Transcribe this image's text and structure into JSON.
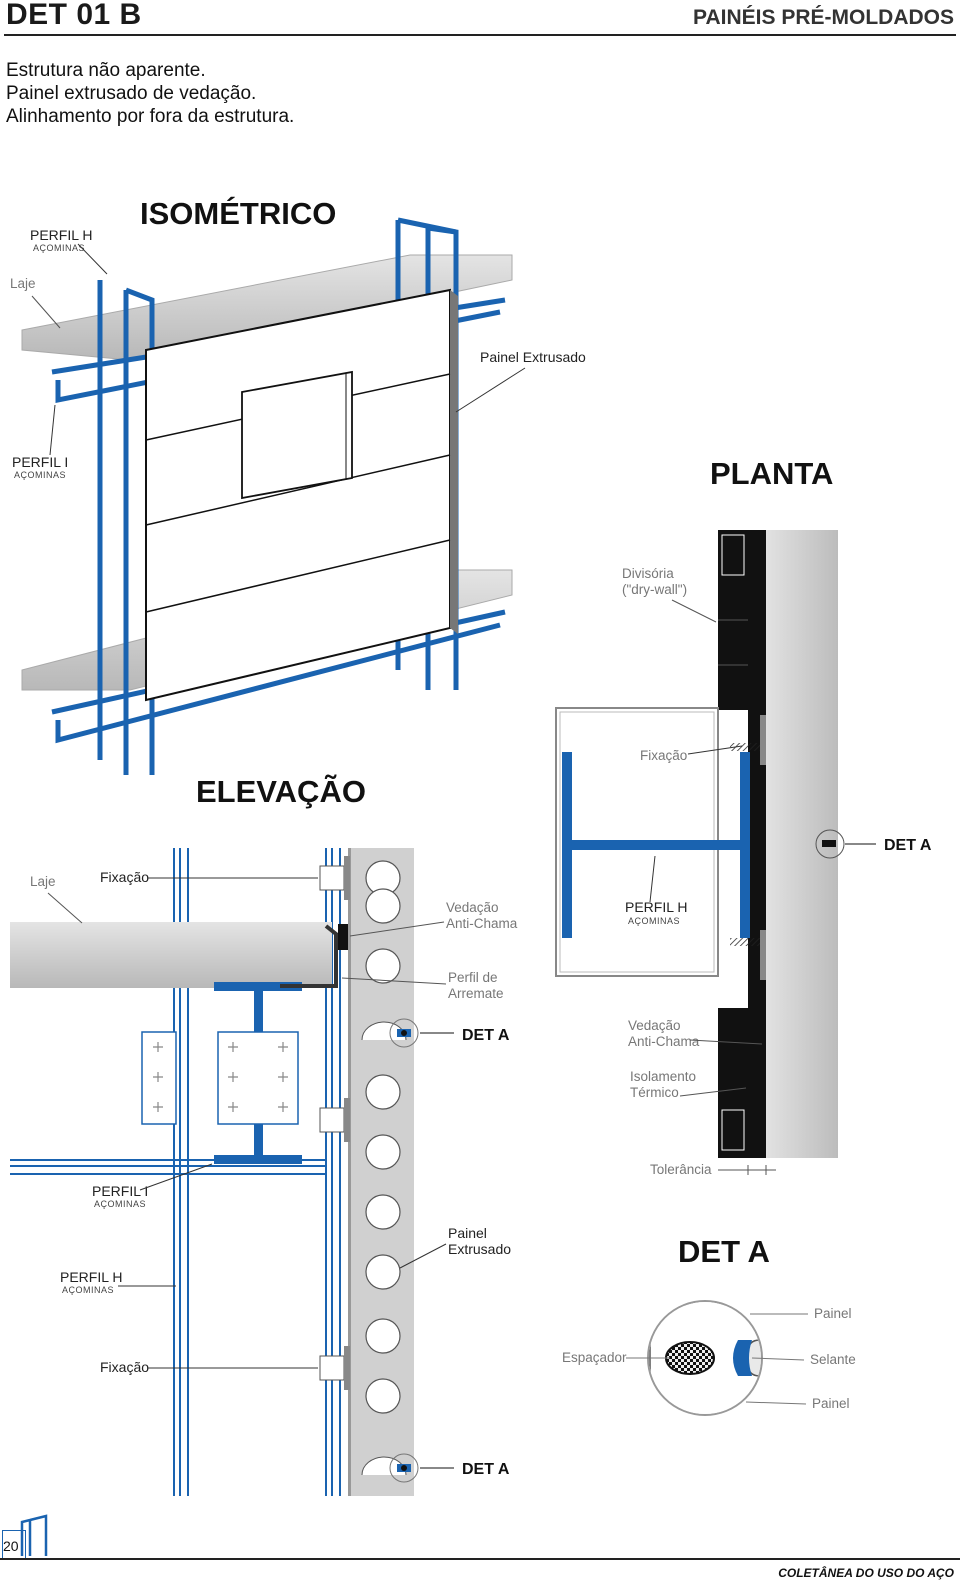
{
  "header": {
    "code": "DET 01 B",
    "series": "PAINÉIS PRÉ-MOLDADOS",
    "lines": [
      "Estrutura não aparente.",
      "Painel extrusado de vedação.",
      "Alinhamento por fora da estrutura."
    ]
  },
  "colors": {
    "steel_blue": "#1a63b0",
    "panel_grey": "#d9d9d9",
    "slab_grey": "#bfbfbf",
    "insulation_black": "#111111"
  },
  "brand": {
    "name": "AÇOMINAS"
  },
  "isometric": {
    "title": "ISOMÉTRICO",
    "labels": {
      "profile_h": "PERFIL H",
      "slab": "Laje",
      "panel": "Painel Extrusado",
      "profile_i": "PERFIL I"
    }
  },
  "plan": {
    "title": "PLANTA",
    "labels": {
      "drywall": [
        "Divisória",
        "(\"dry-wall\")"
      ],
      "fixing": "Fixação",
      "det_ref": "DET A",
      "profile_h": "PERFIL H",
      "fire_seal": [
        "Vedação",
        "Anti-Chama"
      ],
      "insulation": [
        "Isolamento",
        "Térmico"
      ],
      "tolerance": "Tolerância"
    }
  },
  "elevation": {
    "title": "ELEVAÇÃO",
    "labels": {
      "slab": "Laje",
      "fixing_top": "Fixação",
      "fire_seal": [
        "Vedação",
        "Anti-Chama"
      ],
      "trim": [
        "Perfil de",
        "Arremate"
      ],
      "det_ref_1": "DET A",
      "profile_i": "PERFIL I",
      "panel": [
        "Painel",
        "Extrusado"
      ],
      "profile_h": "PERFIL H",
      "fixing_bottom": "Fixação",
      "det_ref_2": "DET A"
    }
  },
  "detail": {
    "title": "DET A",
    "labels": {
      "panel_top": "Painel",
      "spacer": "Espaçador",
      "sealant": "Selante",
      "panel_bottom": "Painel"
    }
  },
  "footer": {
    "page": "20",
    "collection": "COLETÂNEA DO USO DO AÇO"
  }
}
